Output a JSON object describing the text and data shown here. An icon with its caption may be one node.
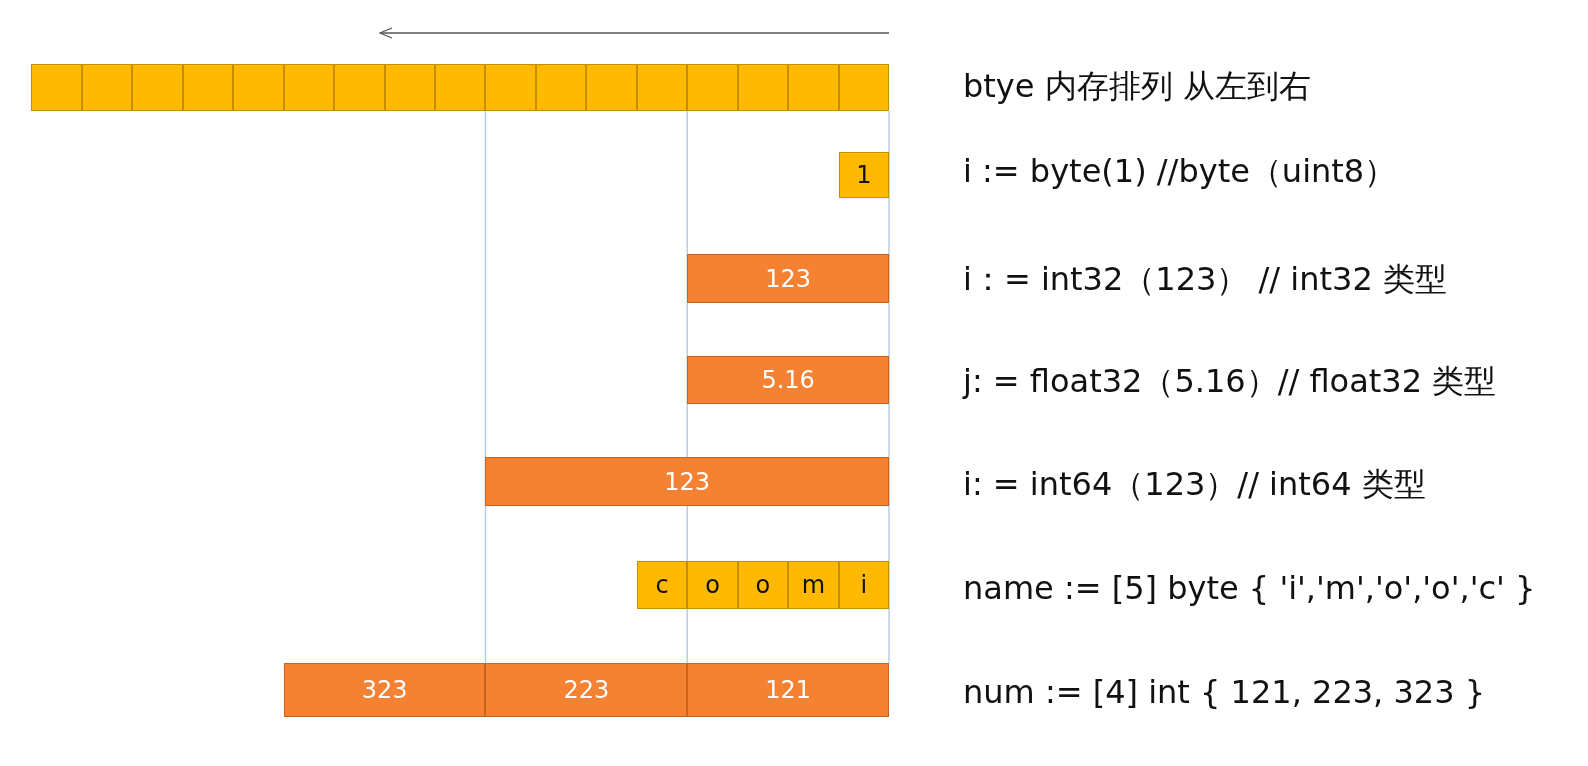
{
  "diagram": {
    "nodes": [
      {
        "text": [],
        "shape": "box"
      },
      {
        "text": [],
        "shape": "box"
      },
      {
        "text": [],
        "shape": "box"
      },
      {
        "text": [],
        "shape": "box"
      },
      {
        "text": [],
        "shape": "box"
      },
      {
        "text": [],
        "shape": "box"
      },
      {
        "text": [],
        "shape": "box"
      },
      {
        "text": [],
        "shape": "box"
      },
      {
        "text": [],
        "shape": "box"
      },
      {
        "text": [],
        "shape": "box"
      },
      {
        "text": [],
        "shape": "box"
      },
      {
        "text": [],
        "shape": "box"
      },
      {
        "text": [],
        "shape": "box"
      },
      {
        "text": [],
        "shape": "box"
      },
      {
        "text": [],
        "shape": "box"
      },
      {
        "text": [],
        "shape": "box"
      },
      {
        "text": [],
        "shape": "box"
      },
      {
        "text": [
          "1"
        ]
      },
      {
        "text": [
          "123"
        ]
      },
      {
        "text": [
          "5.16"
        ]
      },
      {
        "text": [
          "123"
        ]
      },
      {
        "text": [
          "c"
        ]
      },
      {
        "text": [
          "o"
        ]
      },
      {
        "text": [
          "o"
        ]
      },
      {
        "text": [
          "m"
        ]
      },
      {
        "text": [
          "i"
        ]
      },
      {
        "text": [
          "323"
        ]
      },
      {
        "text": [
          "223"
        ]
      },
      {
        "text": [
          "121"
        ]
      }
    ],
    "labels": [
      "btye 内存排列 从左到右",
      "i := byte(1)  //byte（uint8）",
      "i：= int32（123）   // int32 类型",
      "j: = float32（5.16）// float32 类型",
      "i: = int64（123）// int64 类型",
      "name := [5] byte { 'i','m','o','o','c' }",
      "num := [4] int { 121, 223, 323 }"
    ]
  }
}
